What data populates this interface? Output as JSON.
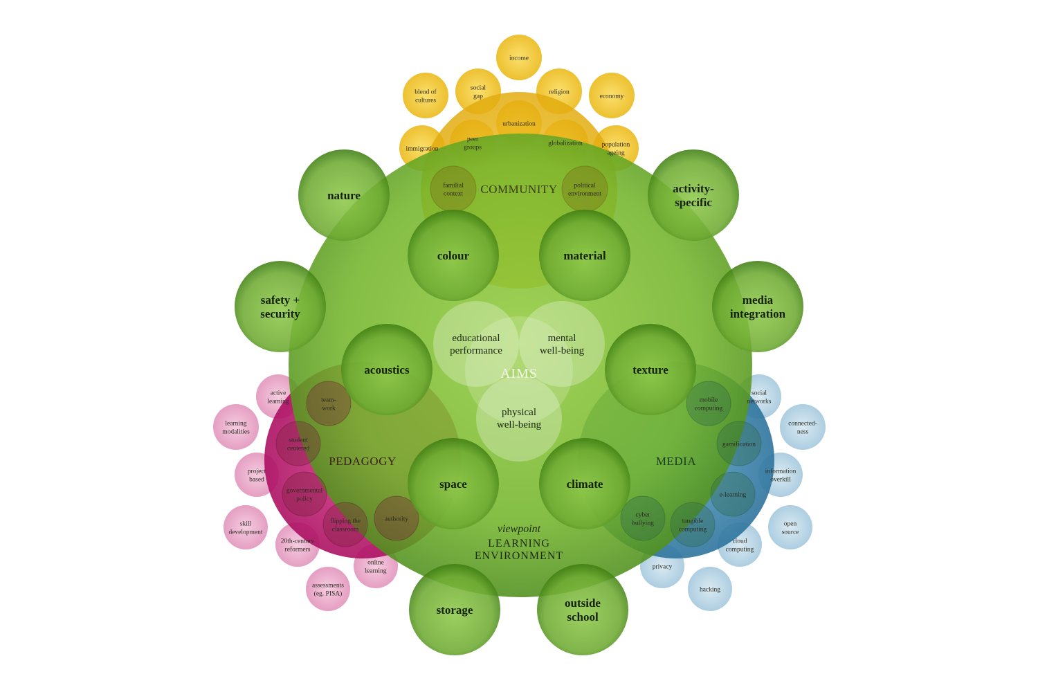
{
  "colors": {
    "green_dark": "#3f7e12",
    "green_light": "#8fc94a",
    "yellow": "#f2c21c",
    "magenta": "#c0126e",
    "blue": "#3e87b0",
    "aims_fill": "#ffffff"
  },
  "main": {
    "viewpoint": "viewpoint",
    "label_line1": "LEARNING",
    "label_line2": "ENVIRONMENT"
  },
  "aims": {
    "label": "AIMS",
    "educational_line1": "educational",
    "educational_line2": "performance",
    "mental_line1": "mental",
    "mental_line2": "well-being",
    "physical_line1": "physical",
    "physical_line2": "well-being"
  },
  "community": {
    "label": "COMMUNITY",
    "items": [
      {
        "id": "income",
        "lines": [
          "income"
        ]
      },
      {
        "id": "blend-of-cultures",
        "lines": [
          "blend of",
          "cultures"
        ]
      },
      {
        "id": "social-gap",
        "lines": [
          "social",
          "gap"
        ]
      },
      {
        "id": "religion",
        "lines": [
          "religion"
        ]
      },
      {
        "id": "economy",
        "lines": [
          "economy"
        ]
      },
      {
        "id": "urbanization",
        "lines": [
          "urbanization"
        ]
      },
      {
        "id": "immigration",
        "lines": [
          "immigration"
        ]
      },
      {
        "id": "peer-groups",
        "lines": [
          "peer",
          "groups"
        ]
      },
      {
        "id": "globalization",
        "lines": [
          "globalization"
        ]
      },
      {
        "id": "population-ageing",
        "lines": [
          "population",
          "ageing"
        ]
      },
      {
        "id": "familial-context",
        "lines": [
          "familial",
          "context"
        ]
      },
      {
        "id": "political-environment",
        "lines": [
          "political",
          "environment"
        ]
      }
    ]
  },
  "pedagogy": {
    "label": "PEDAGOGY",
    "items": [
      {
        "id": "active-learning",
        "lines": [
          "active",
          "learning"
        ]
      },
      {
        "id": "team-work",
        "lines": [
          "team-",
          "work"
        ]
      },
      {
        "id": "learning-modalities",
        "lines": [
          "learning",
          "modalities"
        ]
      },
      {
        "id": "student-centered",
        "lines": [
          "student",
          "centered"
        ]
      },
      {
        "id": "project-based",
        "lines": [
          "project",
          "based"
        ]
      },
      {
        "id": "governmental-policy",
        "lines": [
          "governmental",
          "policy"
        ]
      },
      {
        "id": "skill-development",
        "lines": [
          "skill",
          "development"
        ]
      },
      {
        "id": "flipping-the-classroom",
        "lines": [
          "flipping the",
          "classroom"
        ]
      },
      {
        "id": "authority",
        "lines": [
          "authority"
        ]
      },
      {
        "id": "20th-century-reformers",
        "lines": [
          "20th-century",
          "reformers"
        ]
      },
      {
        "id": "online-learning",
        "lines": [
          "online",
          "learning"
        ]
      },
      {
        "id": "assessments",
        "lines": [
          "assessments",
          "(eg. PISA)"
        ]
      }
    ]
  },
  "media": {
    "label": "MEDIA",
    "items": [
      {
        "id": "social-networks",
        "lines": [
          "social",
          "networks"
        ]
      },
      {
        "id": "mobile-computing",
        "lines": [
          "mobile",
          "computing"
        ]
      },
      {
        "id": "connectedness",
        "lines": [
          "connected-",
          "ness"
        ]
      },
      {
        "id": "gamification",
        "lines": [
          "gamification"
        ]
      },
      {
        "id": "information-overkill",
        "lines": [
          "information",
          "overkill"
        ]
      },
      {
        "id": "e-learning",
        "lines": [
          "e-learning"
        ]
      },
      {
        "id": "cyber-bullying",
        "lines": [
          "cyber",
          "bullying"
        ]
      },
      {
        "id": "tangible-computing",
        "lines": [
          "tangible",
          "computing"
        ]
      },
      {
        "id": "open-source",
        "lines": [
          "open",
          "source"
        ]
      },
      {
        "id": "cloud-computing",
        "lines": [
          "cloud",
          "computing"
        ]
      },
      {
        "id": "privacy",
        "lines": [
          "privacy"
        ]
      },
      {
        "id": "hacking",
        "lines": [
          "hacking"
        ]
      }
    ]
  },
  "factors": [
    {
      "id": "nature",
      "lines": [
        "nature"
      ]
    },
    {
      "id": "activity-specific",
      "lines": [
        "activity-",
        "specific"
      ]
    },
    {
      "id": "colour",
      "lines": [
        "colour"
      ]
    },
    {
      "id": "material",
      "lines": [
        "material"
      ]
    },
    {
      "id": "safety-security",
      "lines": [
        "safety +",
        "security"
      ]
    },
    {
      "id": "media-integration",
      "lines": [
        "media",
        "integration"
      ]
    },
    {
      "id": "acoustics",
      "lines": [
        "acoustics"
      ]
    },
    {
      "id": "texture",
      "lines": [
        "texture"
      ]
    },
    {
      "id": "space",
      "lines": [
        "space"
      ]
    },
    {
      "id": "climate",
      "lines": [
        "climate"
      ]
    },
    {
      "id": "storage",
      "lines": [
        "storage"
      ]
    },
    {
      "id": "outside-school",
      "lines": [
        "outside",
        "school"
      ]
    }
  ]
}
